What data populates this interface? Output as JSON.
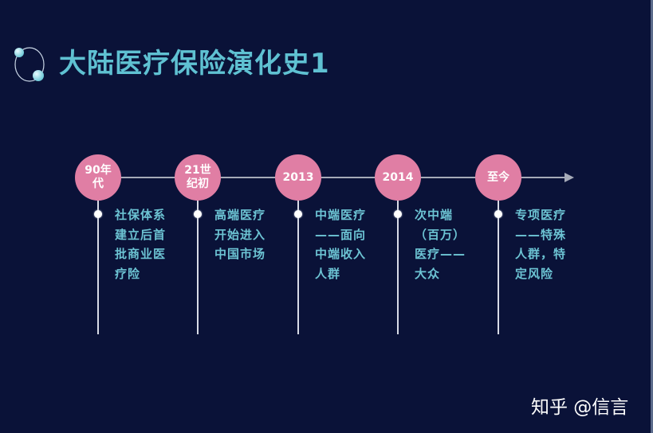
{
  "slide": {
    "title": "大陆医疗保险演化史1",
    "colors": {
      "background": "#0a1238",
      "title": "#5fc1d2",
      "milestone_circle": "#e07ea4",
      "description_text": "#6cc3d3",
      "axis": "#a6abb8"
    }
  },
  "timeline": {
    "milestones": [
      {
        "label": "90年代",
        "description": "社保体系建立后首批商业医疗险"
      },
      {
        "label": "21世纪初",
        "description": "高端医疗开始进入中国市场"
      },
      {
        "label": "2013",
        "description": "中端医疗——面向中端收入人群"
      },
      {
        "label": "2014",
        "description": "次中端（百万）医疗——大众"
      },
      {
        "label": "至今",
        "description": "专项医疗——特殊人群，特定风险"
      }
    ]
  },
  "watermark": {
    "text": "知乎 @信言"
  }
}
